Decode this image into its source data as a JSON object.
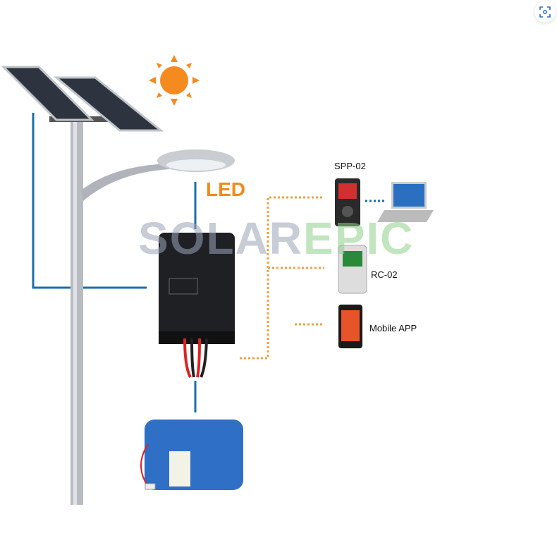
{
  "labels": {
    "led": "LED",
    "spp": "SPP-02",
    "rc": "RC-02",
    "app": "Mobile APP"
  },
  "watermark": {
    "part1": "SOLAR",
    "part2": "EPIC"
  },
  "colors": {
    "wire": "#1a6fa8",
    "dotted": "#f0a040",
    "sun": "#f58a1f",
    "led_text": "#f08a1c",
    "battery": "#2f6fc6"
  },
  "icons": {
    "visual_search": "lens-icon"
  }
}
